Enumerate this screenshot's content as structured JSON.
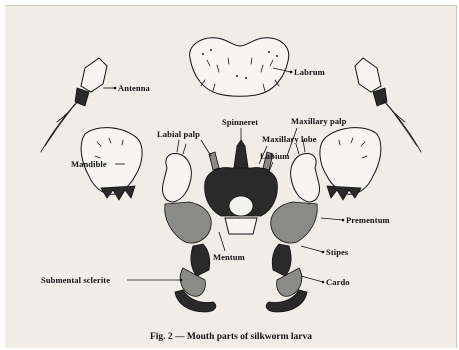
{
  "labels": {
    "labrum": "Labrum",
    "antenna": "Antenna",
    "spinneret": "Spinneret",
    "maxillary_palp": "Maxillary palp",
    "labial_palp": "Labial palp",
    "maxillary_lobe": "Maxillary lobe",
    "labium": "Labium",
    "mandible": "Mandible",
    "prementum": "Prementum",
    "mentum": "Mentum",
    "stipes": "Stipes",
    "submental_sclerite": "Submental sclerite",
    "cardo": "Cardo"
  },
  "caption": "Fig. 2 — Mouth parts of silkworm larva"
}
